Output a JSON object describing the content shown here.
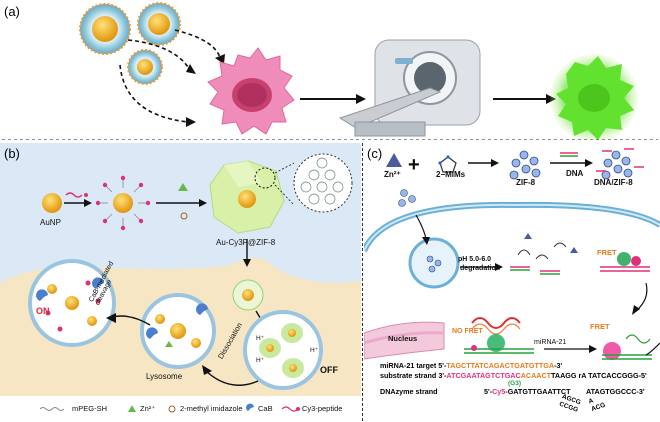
{
  "panels": {
    "a": {
      "letter": "(a)"
    },
    "b": {
      "letter": "(b)",
      "labels": {
        "aunp": "AuNP",
        "composite": "Au-Cy3P@ZIF-8",
        "on": "ON",
        "off": "OFF",
        "lysosome": "Lysosome",
        "cleavage": "CaB-mediated cleavage",
        "dissociation": "Dissociation",
        "hplus": "H⁺"
      },
      "legend": [
        "mPEG-SH",
        "Zn²⁺",
        "2-methyl imidazole",
        "CaB",
        "Cy3-peptide"
      ]
    },
    "c": {
      "letter": "(c)",
      "labels": {
        "zn": "Zn²⁺",
        "plus": "+",
        "mims": "2−MIMs",
        "zif8": "ZIF-8",
        "dna": "DNA",
        "dnazif8": "DNA/ZIF-8",
        "ph": "pH 5.0-6.0",
        "degradation": "degradation",
        "fret": "FRET",
        "nofret": "NO FRET",
        "mirna21": "miRNA-21",
        "nucleus": "Nucleus"
      },
      "sequences": {
        "target_label": "miRNA-21 target 5'-",
        "target_seq": "TAGCTTATCAGACTGATGTTGA",
        "target_end": "-3'",
        "substrate_label": "substrate strand  3'-",
        "substrate_seq1": "ATCGAATAGTCTGAC",
        "substrate_seq2": "ACAACT",
        "substrate_end": "TAAGG rA  TATCACCGGG-5'",
        "g3": "(G3)",
        "dnazyme_label": "DNAzyme strand",
        "dnazyme_prefix": "5'-",
        "cy5": "Cy5",
        "dnazyme_seq": "-GATGTTGAATTCT",
        "dnazyme_end": "ATAGTGGCCC-3'",
        "loop_left": "AGCG\nCCGG",
        "loop_right": "A\nACG"
      }
    }
  },
  "colors": {
    "panel_b_bg": "#dbe9f6",
    "cell_bg": "#f7e6c4",
    "glow_green": "#6bea3a",
    "cancer_pink": "#f08cba",
    "gold": "#f5b21b"
  }
}
